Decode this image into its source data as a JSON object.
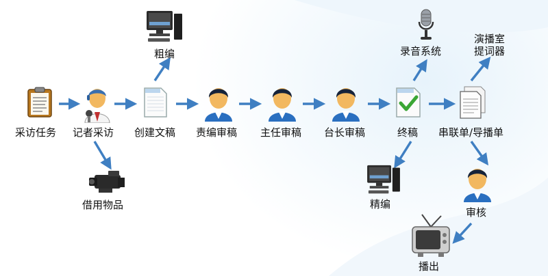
{
  "nodes": {
    "task": "采访任务",
    "reporter": "记者采访",
    "create": "创建文稿",
    "editor_review": "责编审稿",
    "director_review": "主任审稿",
    "chief_review": "台长审稿",
    "final": "终稿",
    "rundown": "串联单/导播单",
    "rough_edit": "粗编",
    "borrow": "借用物品",
    "recording_line1": "录音系统",
    "studio_line1": "演播室",
    "studio_line2": "提词器",
    "fine_edit": "精编",
    "audit": "审核",
    "broadcast": "播出"
  },
  "icons": {
    "task": "clipboard-icon",
    "reporter": "reporter-with-microphone-icon",
    "create": "document-icon",
    "editor_review": "person-icon",
    "director_review": "person-icon",
    "chief_review": "person-icon",
    "final": "approved-document-icon",
    "rundown": "stacked-documents-icon",
    "rough_edit": "computer-workstation-icon",
    "borrow": "video-camera-icon",
    "recording": "microphone-icon",
    "fine_edit": "computer-workstation-icon",
    "audit": "person-icon",
    "broadcast": "tv-icon"
  },
  "colors": {
    "arrow": "#3f7fc2",
    "person_hair": "#16233a",
    "person_shirt": "#2a6fc0",
    "skin": "#f2b860",
    "check": "#3aa635"
  }
}
